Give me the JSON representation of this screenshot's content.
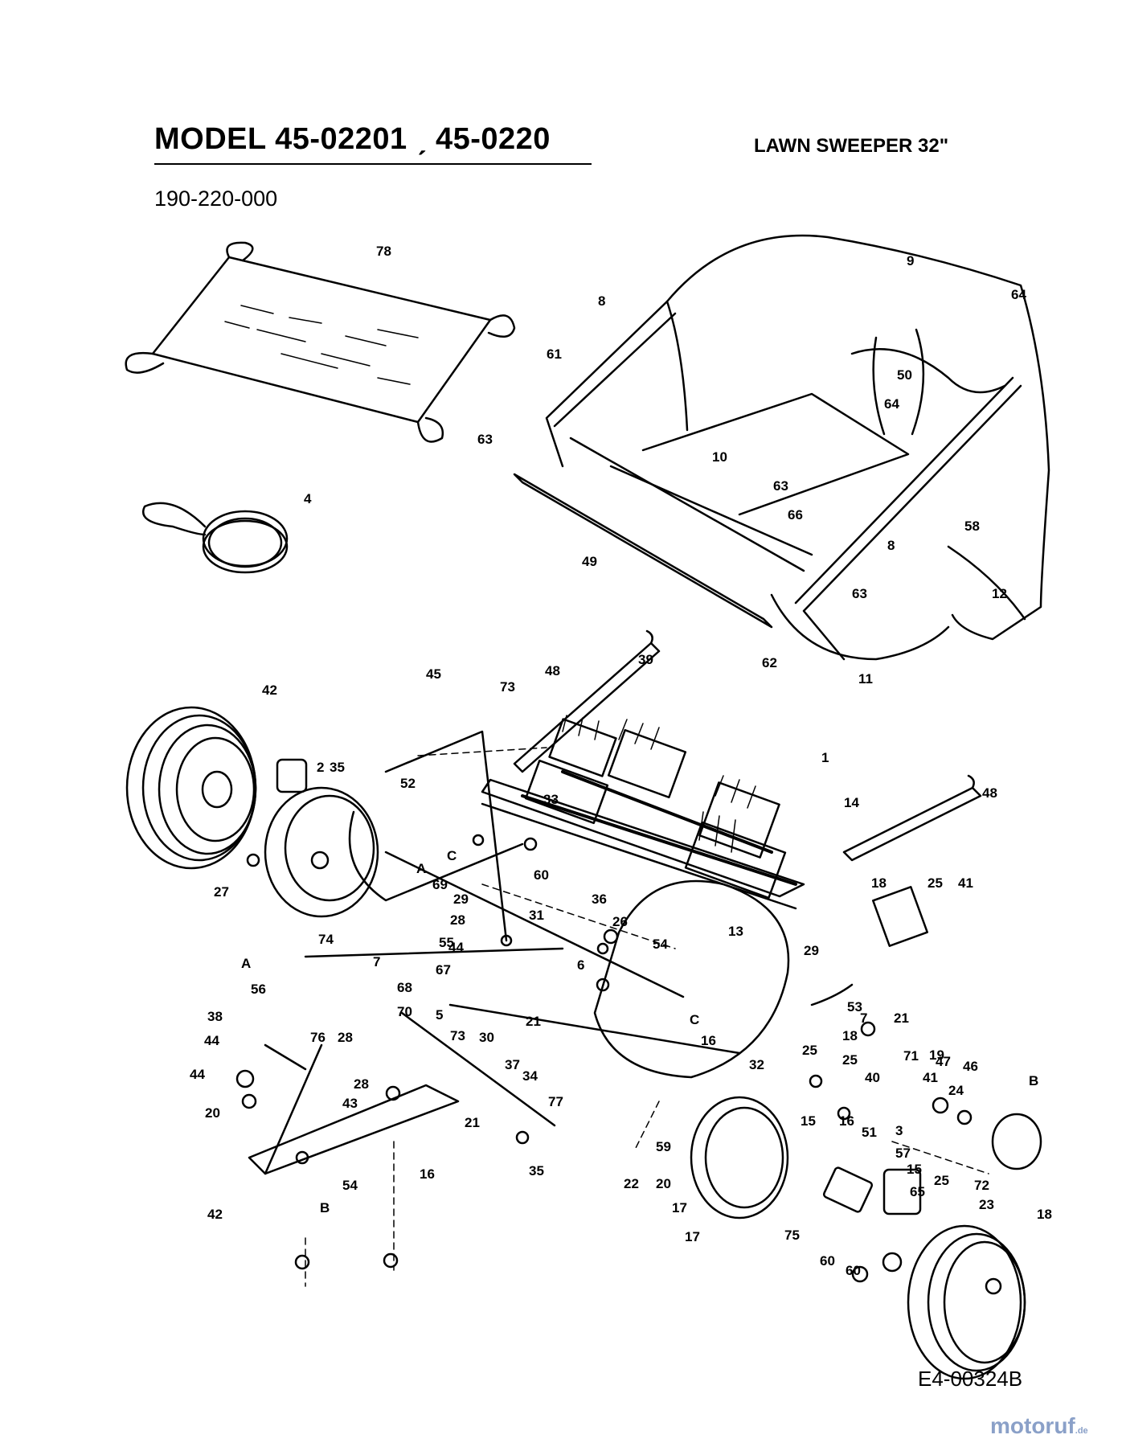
{
  "header": {
    "title": "MODEL 45-02201 ˏ 45-0220",
    "subtitle": "LAWN SWEEPER    32\"",
    "part_number": "190-220-000"
  },
  "footer": {
    "ref_code": "E4-00324B",
    "watermark_brand": "motoruf",
    "watermark_tld": ".de"
  },
  "callouts": [
    "78",
    "9",
    "64",
    "8",
    "61",
    "50",
    "63",
    "64",
    "10",
    "63",
    "66",
    "58",
    "8",
    "4",
    "49",
    "63",
    "12",
    "62",
    "11",
    "73",
    "48",
    "39",
    "45",
    "42",
    "2",
    "35",
    "1",
    "52",
    "33",
    "14",
    "48",
    "C",
    "60",
    "69",
    "29",
    "28",
    "44",
    "31",
    "A",
    "27",
    "18",
    "25",
    "41",
    "36",
    "26",
    "54",
    "13",
    "29",
    "74",
    "7",
    "55",
    "6",
    "67",
    "A",
    "68",
    "56",
    "70",
    "38",
    "76",
    "28",
    "44",
    "73",
    "30",
    "37",
    "21",
    "5",
    "C",
    "16",
    "32",
    "25",
    "53",
    "7",
    "21",
    "18",
    "25",
    "40",
    "41",
    "24",
    "47",
    "44",
    "28",
    "43",
    "34",
    "77",
    "20",
    "19",
    "46",
    "B",
    "71",
    "21",
    "16",
    "59",
    "15",
    "16",
    "51",
    "3",
    "57",
    "15",
    "65",
    "25",
    "72",
    "23",
    "54",
    "35",
    "22",
    "20",
    "17",
    "17",
    "75",
    "60",
    "60",
    "18",
    "42",
    "B"
  ]
}
